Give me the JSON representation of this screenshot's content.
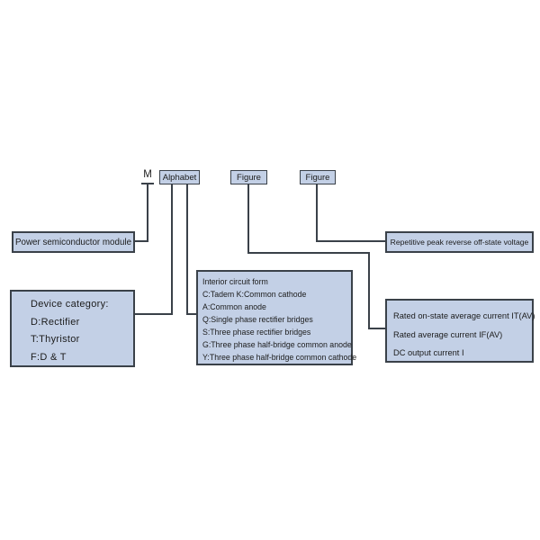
{
  "diagram": {
    "code_parts": {
      "prefix": "M",
      "alphabet": "Alphabet",
      "figure1": "Figure",
      "figure2": "Figure"
    },
    "boxes": {
      "module": {
        "label": "Power semiconductor module"
      },
      "device_category": {
        "title": "Device category:",
        "lines": [
          "D:Rectifier",
          "T:Thyristor",
          "F:D & T"
        ]
      },
      "interior_circuit": {
        "title": "Interior circuit form",
        "lines": [
          "C:Tadem  K:Common cathode",
          "A:Common anode",
          "Q:Single phase rectifier bridges",
          "S:Three phase rectifier bridges",
          "G:Three phase half-bridge common anode",
          "Y:Three phase half-bridge common cathode"
        ]
      },
      "voltage": {
        "label": "Repetitive peak reverse off-state voltage"
      },
      "current": {
        "lines": [
          "Rated on-state average current  IT(AV)",
          "Rated average current  IF(AV)",
          "DC output current  I"
        ]
      }
    },
    "colors": {
      "box_fill": "#c3d0e6",
      "box_border": "#3a4149",
      "line": "#3a4149",
      "text": "#1c1c1c"
    }
  }
}
